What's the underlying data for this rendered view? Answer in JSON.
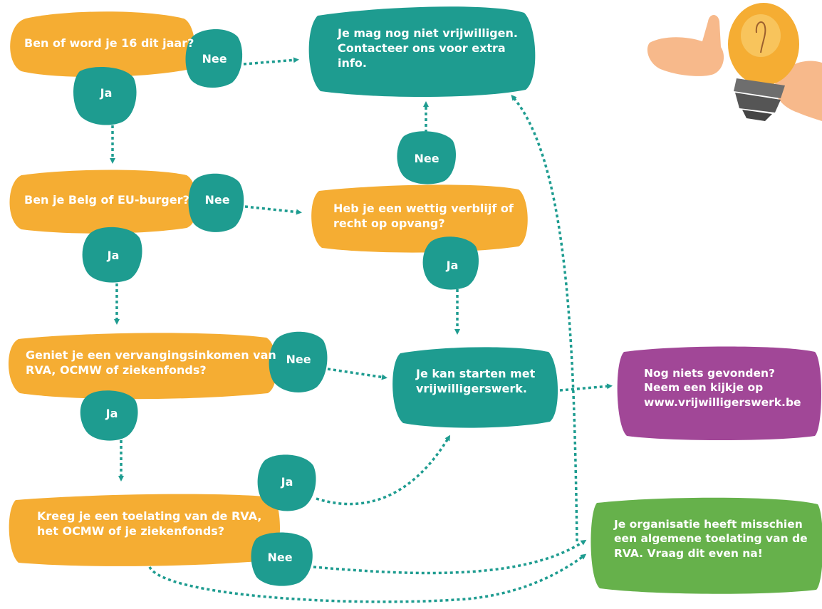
{
  "colors": {
    "question": "#f5ad33",
    "answer": "#1e9c90",
    "purple": "#a14797",
    "green": "#66b14b",
    "arrow": "#1e9c90"
  },
  "nodes": {
    "q16": "Ben of word je 16 dit jaar?",
    "q_belg": "Ben je Belg of EU-burger?",
    "q_inkomen": "Geniet je een vervangingsinkomen van\nRVA, OCMW of ziekenfonds?",
    "q_toelating": "Kreeg je een toelating van de RVA,\nhet OCMW of je ziekenfonds?",
    "q_verblijf": "Heb je een wettig verblijf of\nrecht op opvang?",
    "end_not_yet": "Je mag nog niet vrijwilligen.\nContacteer ons voor extra\ninfo.",
    "end_start": "Je kan  starten met\nvrijwilligerswerk.",
    "end_website": "Nog niets gevonden?\nNeem een kijkje op\nwww.vrijwilligerswerk.be",
    "end_algemeen": "Je organisatie heeft misschien\neen algemene toelating van de\nRVA. Vraag dit even na!"
  },
  "answers": {
    "nee1": "Nee",
    "ja1": "Ja",
    "nee2": "Nee",
    "ja2": "Ja",
    "nee3": "Nee",
    "ja3": "Ja",
    "ja4": "Ja",
    "nee4": "Nee",
    "nee5": "Nee",
    "ja5": "Ja"
  },
  "illustration": "hands-lightbulb-icon"
}
